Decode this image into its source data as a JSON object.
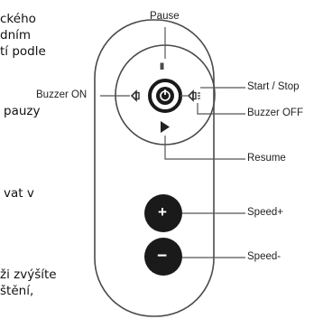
{
  "left_text": {
    "line1": "ckého",
    "line2": "dním",
    "line3": "tí podle",
    "line4": "pauzy",
    "line5": "vat v",
    "line6": "ži zvýšíte",
    "line7": "štění,"
  },
  "labels": {
    "pause": "Pause",
    "buzzer_on": "Buzzer ON",
    "start_stop": "Start / Stop",
    "buzzer_off": "Buzzer OFF",
    "resume": "Resume",
    "speed_plus": "Speed+",
    "speed_minus": "Speed-"
  },
  "glyphs": {
    "pause": "II",
    "plus": "+",
    "minus": "−"
  },
  "colors": {
    "outline": "#4a4a4a",
    "button_fill": "#1a1a1a",
    "line": "#555555"
  }
}
